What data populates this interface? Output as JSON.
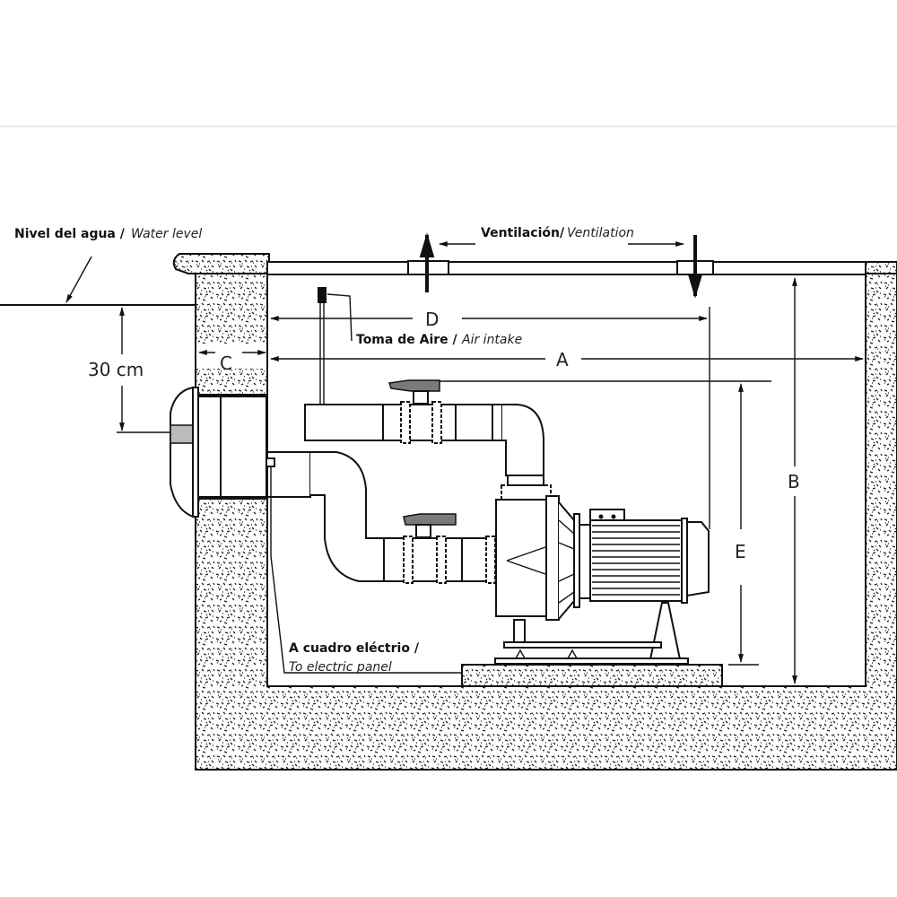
{
  "diagram": {
    "title": "Pool pump room installation",
    "labels": {
      "water_level_es": "Nivel del agua /",
      "water_level_en": "Water level",
      "ventilation_es": "Ventilación/",
      "ventilation_en": "Ventilation",
      "air_intake_es": "Toma de Aire /",
      "air_intake_en": "Air intake",
      "electric_es": "A cuadro eléctrio /",
      "electric_en": "To electric panel",
      "depth": "30 cm"
    },
    "dimensions": {
      "a": "A",
      "b": "B",
      "c": "C",
      "d": "D",
      "e": "E"
    },
    "colors": {
      "line": "#111111",
      "valve_handle": "#7a7a7a",
      "concrete": "#ffffff"
    }
  }
}
